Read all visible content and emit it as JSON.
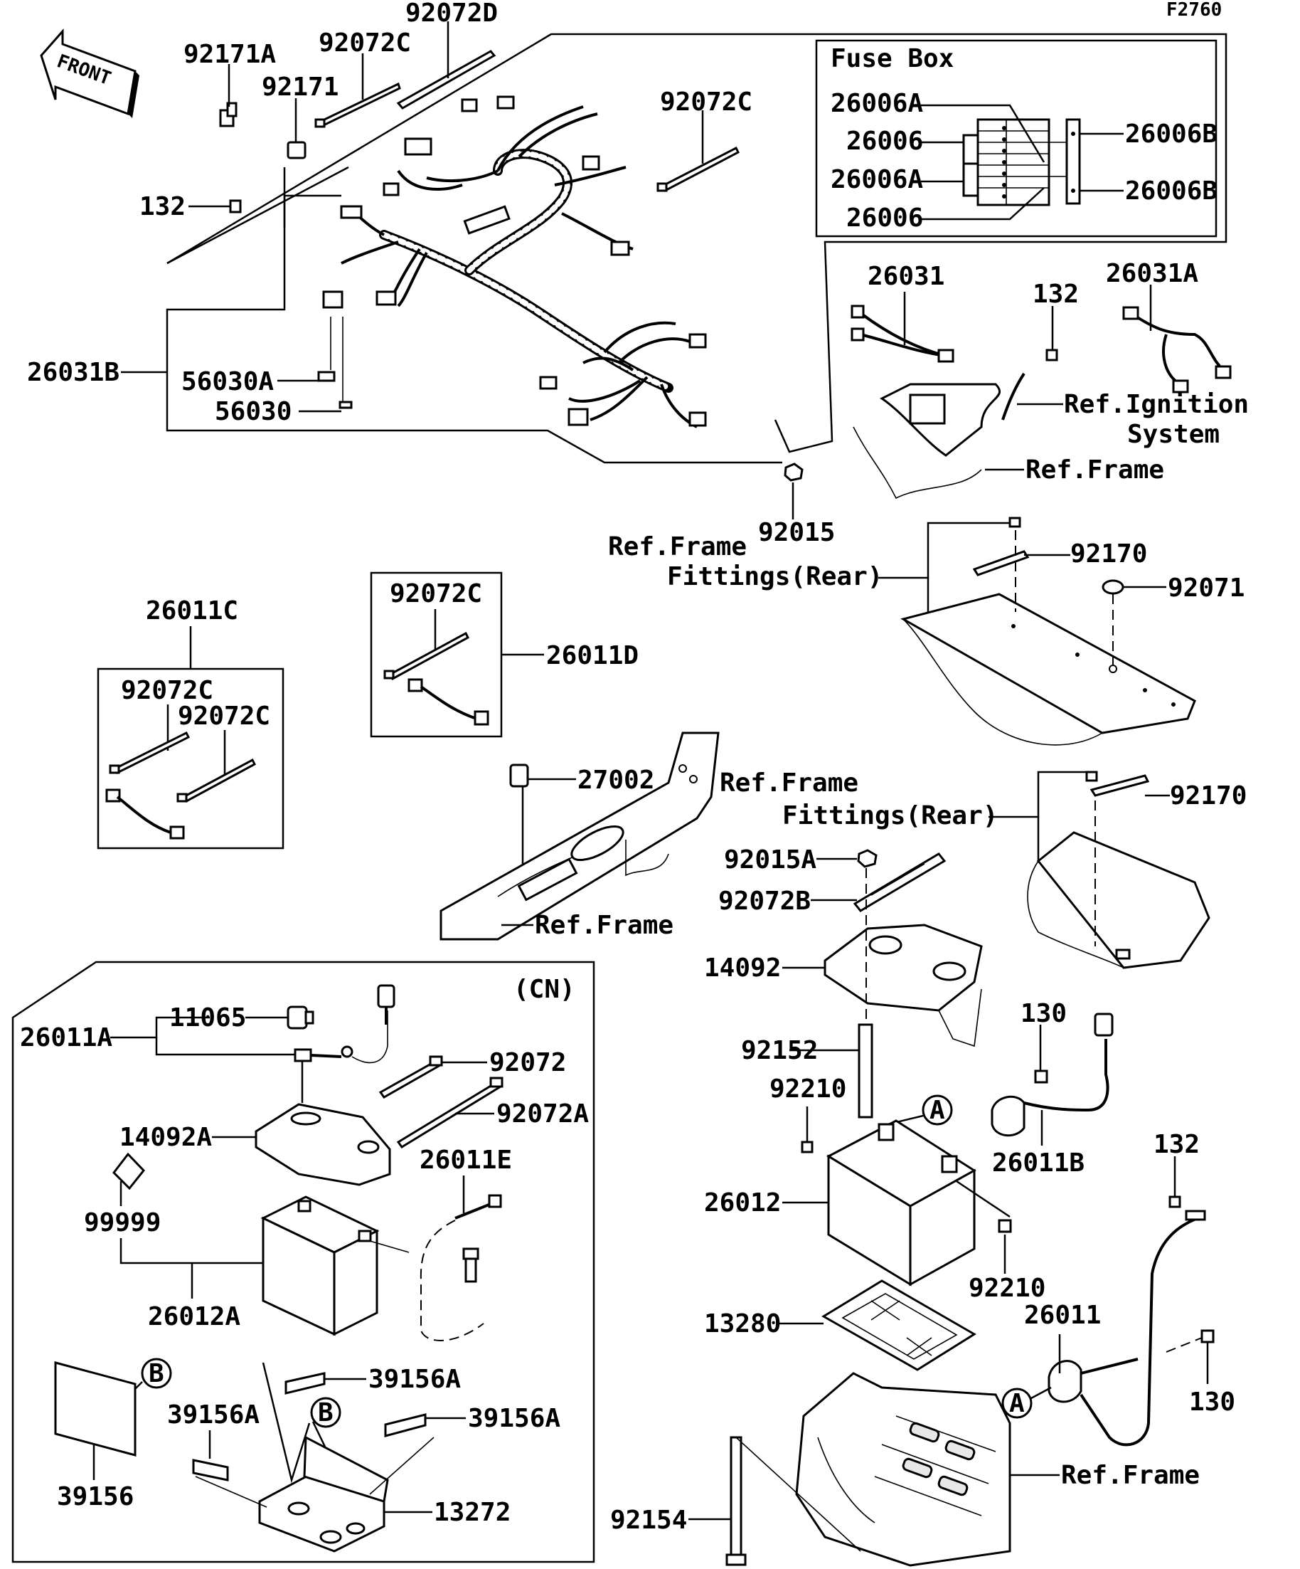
{
  "figure_code": "F2760",
  "front_arrow": {
    "text": "FRONT"
  },
  "fuse_box": {
    "title": "Fuse Box",
    "labels": [
      "26006A",
      "26006",
      "26006A",
      "26006",
      "26006B",
      "26006B"
    ]
  },
  "cn_box": {
    "title": "(CN)"
  },
  "callouts": {
    "p92072D": "92072D",
    "p92171A": "92171A",
    "p92072C_top": "92072C",
    "p92171": "92171",
    "p92072C_right": "92072C",
    "p132_left": "132",
    "p26031B": "26031B",
    "p56030A": "56030A",
    "p56030": "56030",
    "p92015": "92015",
    "p26031": "26031",
    "p132_mid": "132",
    "p26031A": "26031A",
    "ref_ignition_1": "Ref.Ignition",
    "ref_ignition_2": "System",
    "ref_frame_1": "Ref.Frame",
    "ref_fit_a1": "Ref.Frame",
    "ref_fit_a2": "Fittings(Rear)",
    "p92170_a": "92170",
    "p92071": "92071",
    "p26011C": "26011C",
    "p92072C_c1": "92072C",
    "p92072C_c2": "92072C",
    "p92072C_d": "92072C",
    "p26011D": "26011D",
    "p27002": "27002",
    "ref_fit_b1": "Ref.Frame",
    "ref_fit_b2": "Fittings(Rear)",
    "p92170_b": "92170",
    "p92015A": "92015A",
    "p92072B": "92072B",
    "ref_frame_2": "Ref.Frame",
    "p14092": "14092",
    "p92152": "92152",
    "p130_a": "130",
    "p92210_a": "92210",
    "circle_A_1": "A",
    "p26011B": "26011B",
    "p26012": "26012",
    "p92210_b": "92210",
    "p132_right": "132",
    "p13280": "13280",
    "p26011": "26011",
    "p130_b": "130",
    "circle_A_2": "A",
    "ref_frame_3": "Ref.Frame",
    "p92154": "92154",
    "p26011A": "26011A",
    "p11065": "11065",
    "p92072": "92072",
    "p92072A": "92072A",
    "p14092A": "14092A",
    "p26011E": "26011E",
    "p99999": "99999",
    "p26012A": "26012A",
    "circle_B_1": "B",
    "p39156A_a": "39156A",
    "circle_B_2": "B",
    "p39156A_b": "39156A",
    "p39156A_c": "39156A",
    "p39156": "39156",
    "p13272": "13272"
  }
}
